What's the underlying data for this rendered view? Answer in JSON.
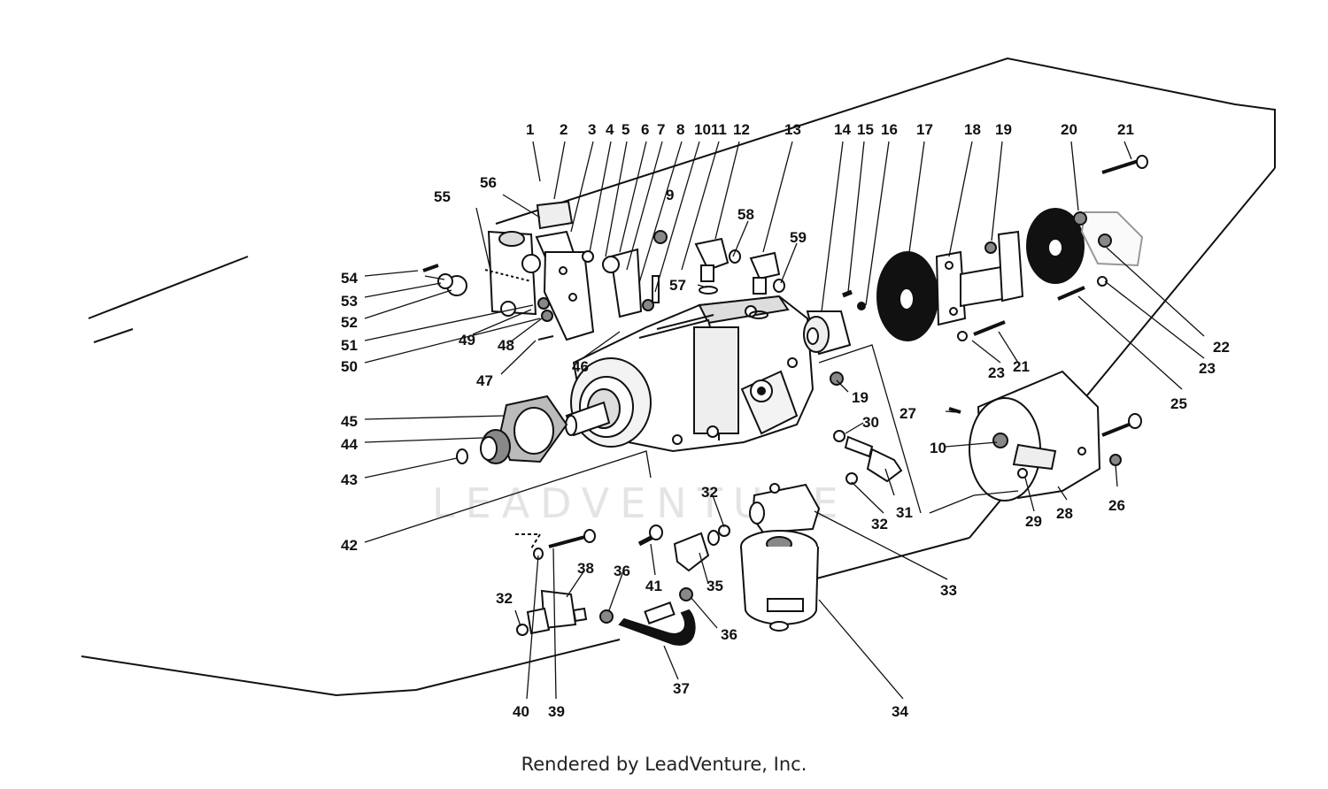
{
  "watermark": "LEADVENTURE",
  "footer": "Rendered by LeadVenture, Inc.",
  "colors": {
    "ink": "#111111",
    "background": "#ffffff",
    "watermark": "#e4e4e4"
  },
  "labels": {
    "l1": "1",
    "l2": "2",
    "l3": "3",
    "l4": "4",
    "l5": "5",
    "l6": "6",
    "l7": "7",
    "l8": "8",
    "l9": "9",
    "l1011": "1011",
    "l10b": "10",
    "l12": "12",
    "l13": "13",
    "l14": "14",
    "l15": "15",
    "l16": "16",
    "l17": "17",
    "l18": "18",
    "l19a": "19",
    "l19b": "19",
    "l20": "20",
    "l21a": "21",
    "l21b": "21",
    "l22": "22",
    "l23a": "23",
    "l23b": "23",
    "l25": "25",
    "l26": "26",
    "l27": "27",
    "l28": "28",
    "l29": "29",
    "l30": "30",
    "l31": "31",
    "l32a": "32",
    "l32b": "32",
    "l32c": "32",
    "l33": "33",
    "l34": "34",
    "l35": "35",
    "l36a": "36",
    "l36b": "36",
    "l37": "37",
    "l38": "38",
    "l39": "39",
    "l40": "40",
    "l41": "41",
    "l42": "42",
    "l43": "43",
    "l44": "44",
    "l45": "45",
    "l46": "46",
    "l47": "47",
    "l48": "48",
    "l49": "49",
    "l50": "50",
    "l51": "51",
    "l52": "52",
    "l53": "53",
    "l54": "54",
    "l55": "55",
    "l56": "56",
    "l57": "57",
    "l58": "58",
    "l59": "59"
  }
}
